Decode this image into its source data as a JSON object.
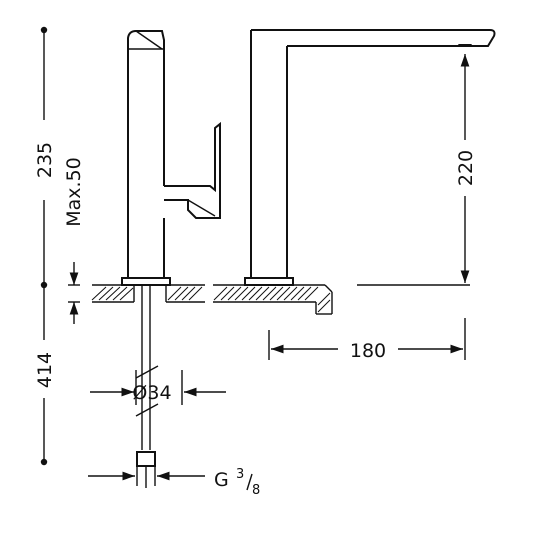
{
  "diagram": {
    "dimensions": {
      "total_height": "235",
      "max_deck_thickness": "Max.50",
      "spout_height": "220",
      "spout_reach": "180",
      "hose_length": "414",
      "hole_diameter": "Ø34",
      "connection_thread_prefix": "G",
      "connection_thread_num": "3",
      "connection_thread_den": "8"
    }
  }
}
